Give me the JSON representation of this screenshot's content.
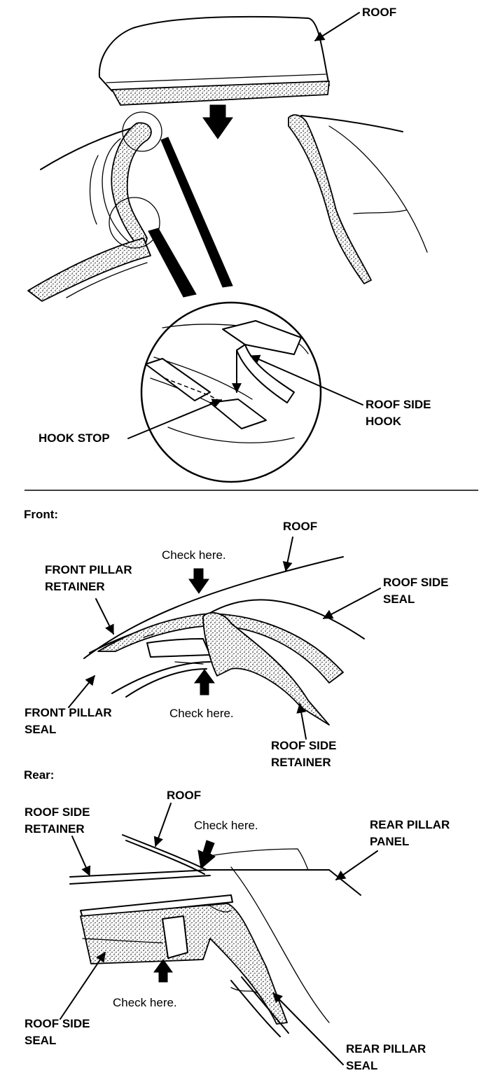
{
  "top_panel": {
    "labels": {
      "roof": "ROOF",
      "roof_side_hook": "ROOF SIDE\nHOOK",
      "hook_stop": "HOOK STOP"
    }
  },
  "front_panel": {
    "heading": "Front:",
    "labels": {
      "roof": "ROOF",
      "check_top": "Check here.",
      "front_pillar_retainer": "FRONT PILLAR\nRETAINER",
      "roof_side_seal": "ROOF SIDE\nSEAL",
      "front_pillar_seal": "FRONT PILLAR\nSEAL",
      "check_bottom": "Check here.",
      "roof_side_retainer": "ROOF SIDE\nRETAINER"
    }
  },
  "rear_panel": {
    "heading": "Rear:",
    "labels": {
      "roof_side_retainer": "ROOF SIDE\nRETAINER",
      "roof": "ROOF",
      "check_top": "Check here.",
      "rear_pillar_panel": "REAR PILLAR\nPANEL",
      "roof_side_seal": "ROOF SIDE\nSEAL",
      "check_bottom": "Check here.",
      "rear_pillar_seal": "REAR PILLAR\nSEAL"
    }
  }
}
